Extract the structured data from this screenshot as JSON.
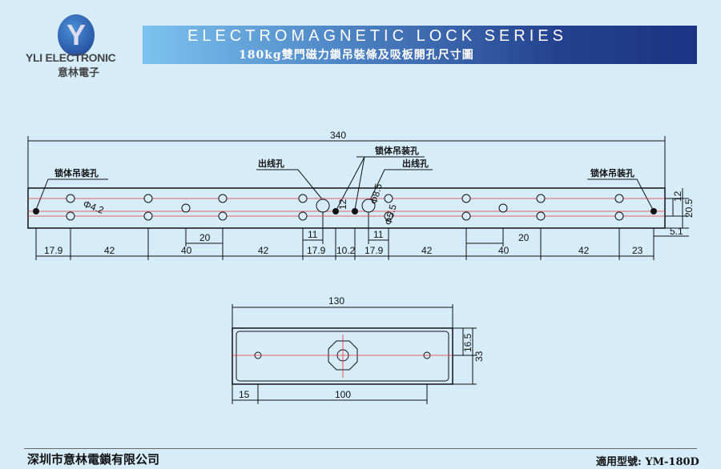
{
  "brand": {
    "name": "YLI ELECTRONIC",
    "name_cn": "意林電子",
    "logo_letter": "Y"
  },
  "banner": {
    "title": "ELECTROMAGNETIC LOCK SERIES",
    "subtitle": "180kg雙門磁力鎖吊裝條及吸板開孔尺寸圖"
  },
  "main_drawing": {
    "overall": "340",
    "labels": {
      "lock_hole_left": "锁体吊装孔",
      "lock_hole_right": "锁体吊装孔",
      "lock_hole_center": "锁体吊装孔",
      "wire_hole_left": "出线孔",
      "wire_hole_right": "出线孔"
    },
    "hole_dia": "Φ4.2",
    "wire_dia": "Φ8.5",
    "dia_small": "Φ5.5",
    "center_12": "12",
    "bottom_dims": [
      "17.9",
      "42",
      "40",
      "42",
      "17.9",
      "10.2",
      "17.9",
      "42",
      "40",
      "42",
      "23"
    ],
    "upper_dims": {
      "left20": "20",
      "left11": "11",
      "right11": "11",
      "right20": "20",
      "right51": "5.1"
    },
    "right_dims": [
      "12",
      "20.5"
    ]
  },
  "plate_drawing": {
    "width": "130",
    "h1": "16.5",
    "h2": "33",
    "offset": "15",
    "span": "100"
  },
  "footer": {
    "company": "深圳市意林電鎖有限公司",
    "model_label": "適用型號:",
    "model": "YM-180D"
  }
}
